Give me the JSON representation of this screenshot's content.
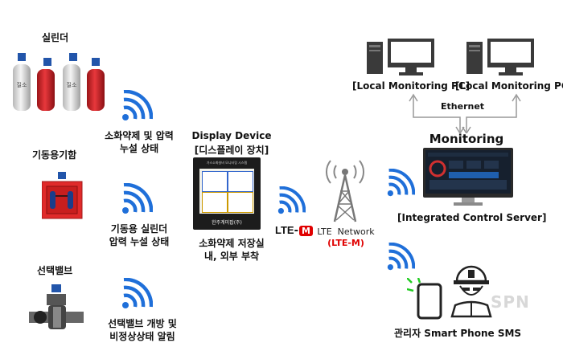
{
  "sensors": {
    "cylinder": {
      "title": "실린더",
      "desc_line1": "소화약제 및 압력",
      "desc_line2": "누설 상태",
      "tank_text": "질소"
    },
    "startup": {
      "title": "기동용기함",
      "desc_line1": "기동용 실린더",
      "desc_line2": "압력 누설 상태"
    },
    "valve": {
      "title": "선택밸브",
      "desc_line1": "선택밸브 개방 및",
      "desc_line2": "비정상상태 알림"
    }
  },
  "display": {
    "title_line1": "Display Device",
    "title_line2": "[디스플레이 장치]",
    "screen_top": "가스소화설비 모니터링 시스템",
    "screen_brand": "한주계미팝(주)",
    "caption_line1": "소화약제 저장실",
    "caption_line2": "내, 외부 부착"
  },
  "network": {
    "lte_logo_text": "LTE",
    "lte_logo_m": "M",
    "label": "LTE  Network",
    "sub_label": "(LTE-M)"
  },
  "monitoring": {
    "pc_left": "[Local Monitoring PC]",
    "pc_right": "[Local Monitoring PC]",
    "ethernet": "Ethernet",
    "title": "Monitoring",
    "server_label": "[Integrated Control Server]"
  },
  "manager": {
    "label": "관리자 Smart Phone SMS"
  },
  "watermark": "SPN",
  "colors": {
    "wifi_blue": "#1f6fd9",
    "accent_red": "#e00000",
    "tank_red": "#d0262c",
    "box_red": "#e02a2a"
  }
}
